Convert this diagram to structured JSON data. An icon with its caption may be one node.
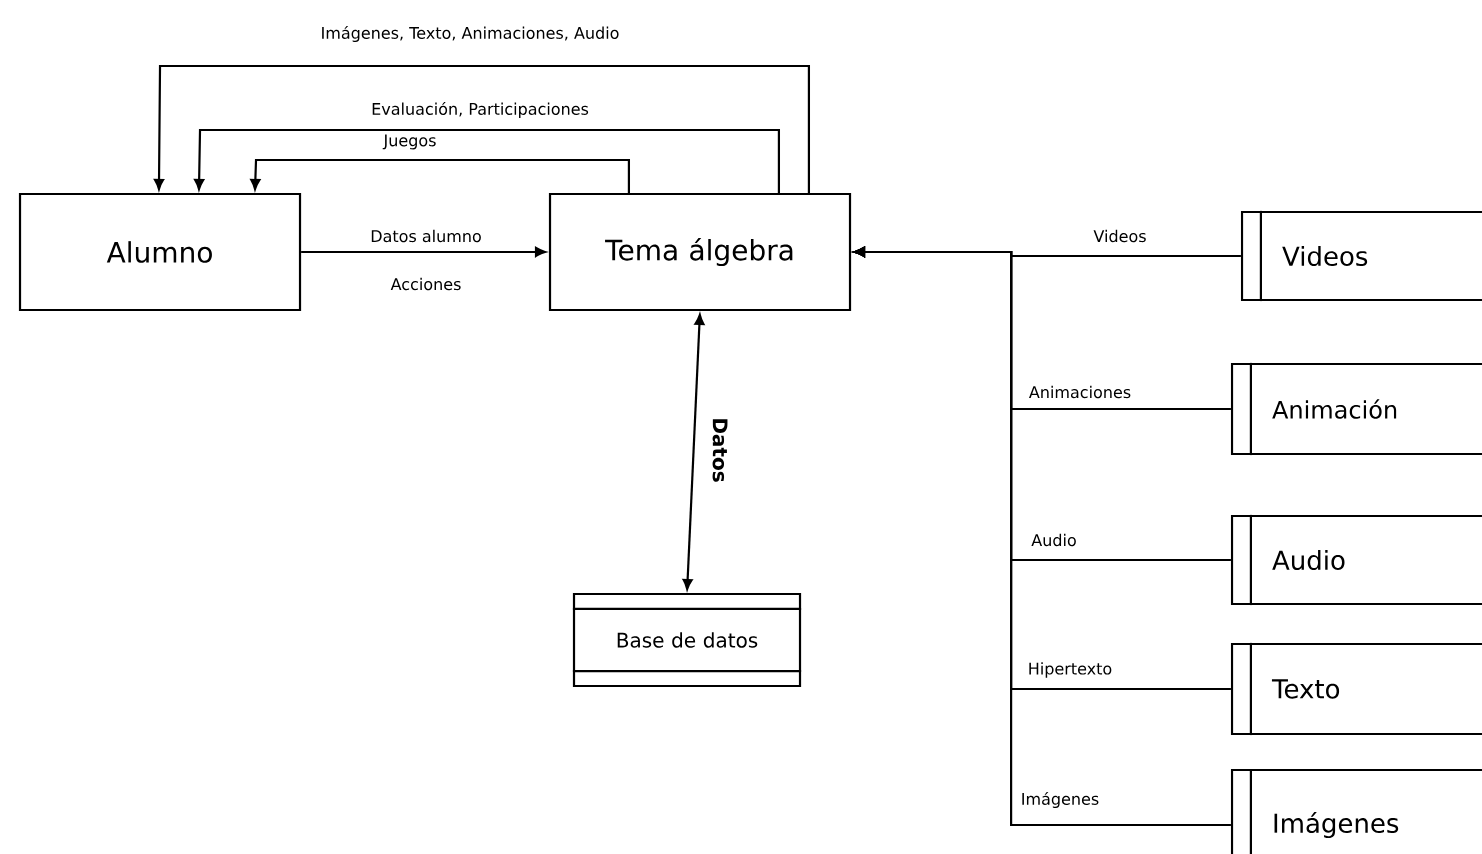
{
  "diagram": {
    "nodes": [
      {
        "text": [
          "Alumno"
        ]
      },
      {
        "text": [
          "Tema álgebra"
        ]
      },
      {
        "text": [
          "Base de datos"
        ]
      },
      {
        "text": [
          "Videos"
        ]
      },
      {
        "text": [
          "Animación"
        ]
      },
      {
        "text": [
          "Audio"
        ]
      },
      {
        "text": [
          "Texto"
        ]
      },
      {
        "text": [
          "Imágenes"
        ]
      }
    ],
    "edges": [
      {
        "from": 1,
        "to": 0,
        "arrow": "to",
        "label": "Imágenes, Texto, Animaciones, Audio"
      },
      {
        "from": 1,
        "to": 0,
        "arrow": "to",
        "label": "Evaluación, Participaciones"
      },
      {
        "from": 1,
        "to": 0,
        "arrow": "to",
        "label": "Juegos"
      },
      {
        "from": 0,
        "to": 1,
        "arrow": "to",
        "label": "Datos alumno"
      },
      {
        "from": 1,
        "to": 2,
        "arrow": "both",
        "label": "Datos"
      },
      {
        "from": 3,
        "to": 1,
        "arrow": "to",
        "label": "Videos"
      },
      {
        "from": 4,
        "to": 1,
        "arrow": "to",
        "label": "Animaciones"
      },
      {
        "from": 5,
        "to": 1,
        "arrow": "to",
        "label": "Audio"
      },
      {
        "from": 6,
        "to": 1,
        "arrow": "to",
        "label": "Hipertexto"
      },
      {
        "from": 7,
        "to": 1,
        "arrow": "to",
        "label": "Imágenes"
      }
    ],
    "labels": [
      "Acciones"
    ]
  }
}
